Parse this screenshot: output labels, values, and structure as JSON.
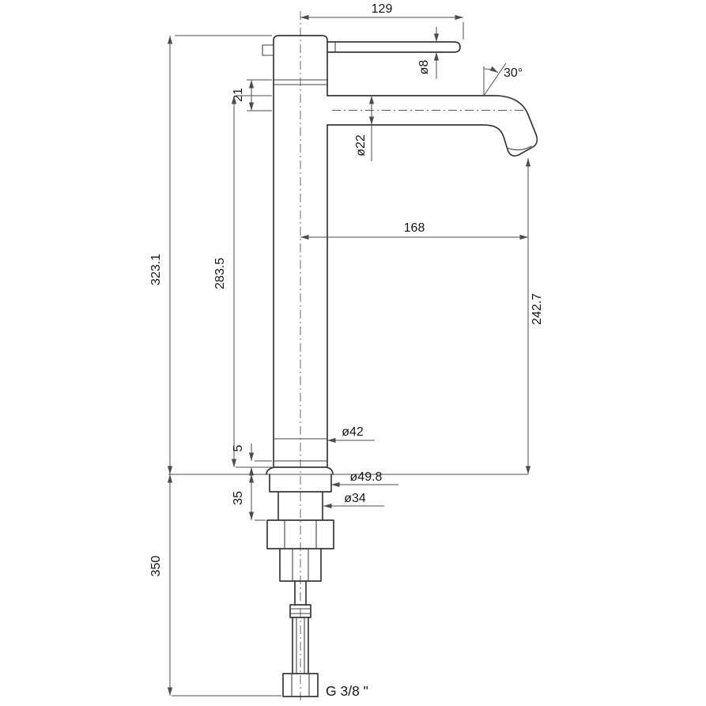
{
  "drawing": {
    "type": "technical-drawing",
    "colors": {
      "background": "#ffffff",
      "outline": "#383838",
      "dimension_line": "#4d4d4d",
      "text": "#161616"
    },
    "dims": {
      "handle_length": "129",
      "handle_dia": "ø8",
      "spout_angle": "30°",
      "cap_offset": "21",
      "spout_dia": "ø22",
      "spout_reach": "168",
      "total_height": "323.1",
      "body_height": "283.5",
      "outlet_height": "242.7",
      "body_dia": "ø42",
      "collar_height": "5",
      "base_dia": "ø49.8",
      "shank_length": "35",
      "shank_dia": "ø34",
      "hose_length": "350",
      "thread": "G 3/8 \""
    }
  }
}
